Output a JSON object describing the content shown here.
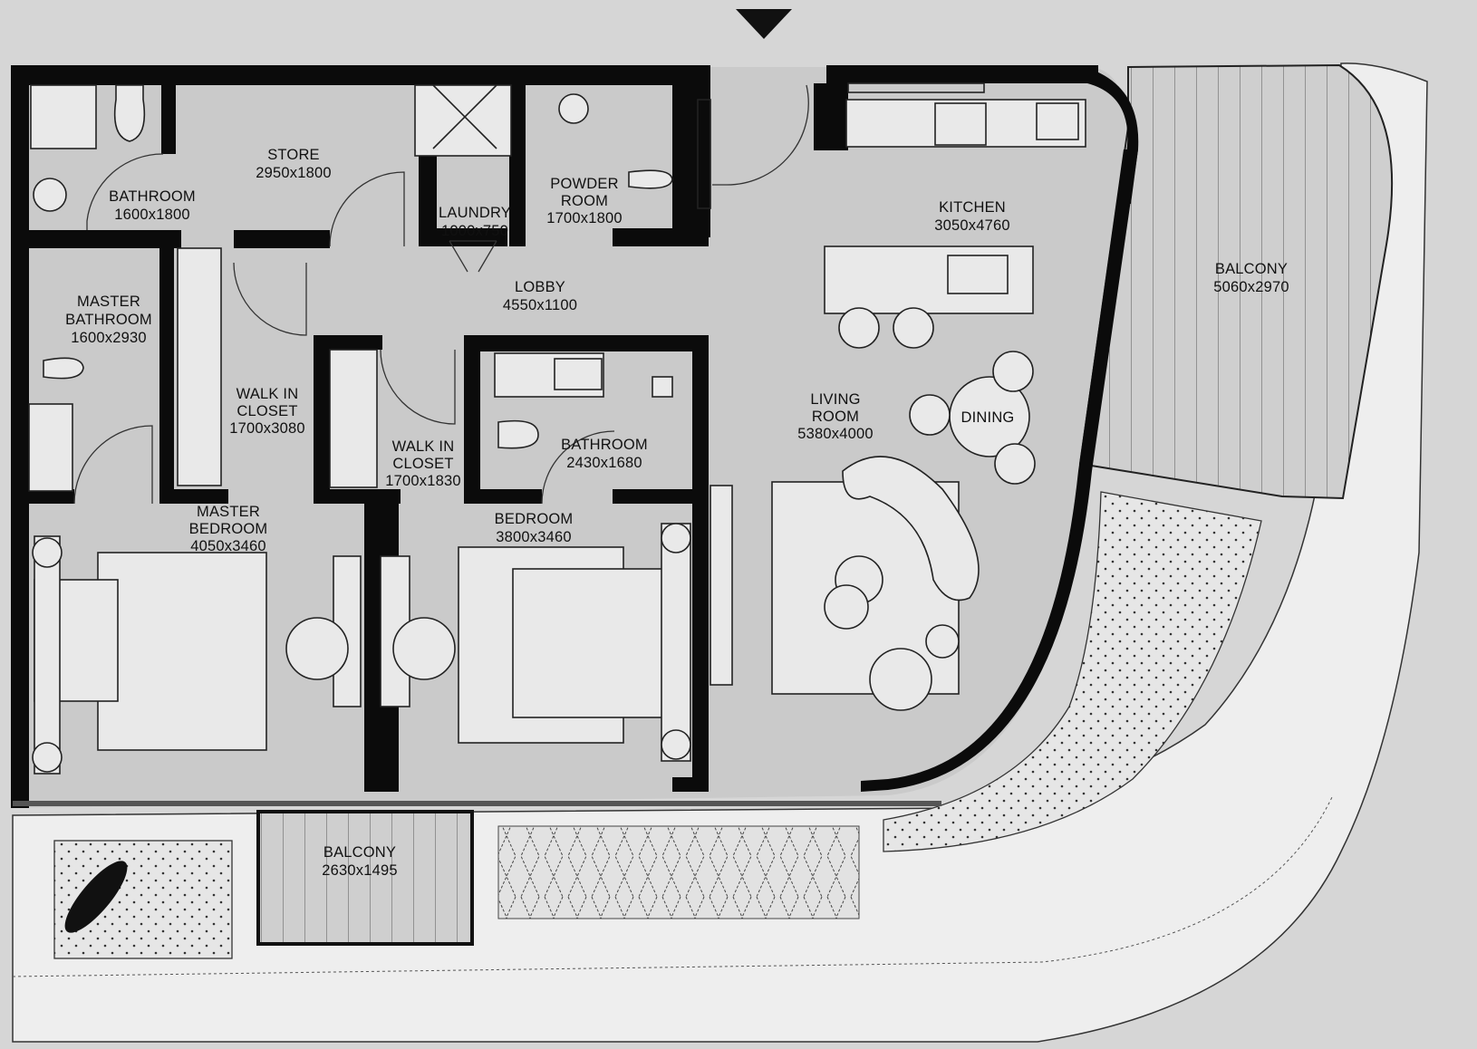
{
  "rooms": {
    "bathroom_1": {
      "name": "BATHROOM",
      "size": "1600x1800"
    },
    "store": {
      "name": "STORE",
      "size": "2950x1800"
    },
    "laundry": {
      "name": "LAUNDRY",
      "size": "1000x750"
    },
    "powder_room": {
      "name_line1": "POWDER",
      "name_line2": "ROOM",
      "size": "1700x1800"
    },
    "kitchen": {
      "name": "KITCHEN",
      "size": "3050x4760"
    },
    "balcony_large": {
      "name": "BALCONY",
      "size": "5060x2970"
    },
    "master_bathroom": {
      "name_line1": "MASTER",
      "name_line2": "BATHROOM",
      "size": "1600x2930"
    },
    "lobby": {
      "name": "LOBBY",
      "size": "4550x1100"
    },
    "walk_in_closet_1": {
      "name_line1": "WALK IN",
      "name_line2": "CLOSET",
      "size": "1700x3080"
    },
    "walk_in_closet_2": {
      "name_line1": "WALK IN",
      "name_line2": "CLOSET",
      "size": "1700x1830"
    },
    "bathroom_2": {
      "name": "BATHROOM",
      "size": "2430x1680"
    },
    "living_room": {
      "name_line1": "LIVING",
      "name_line2": "ROOM",
      "size": "5380x4000"
    },
    "dining": {
      "name": "DINING"
    },
    "master_bedroom": {
      "name_line1": "MASTER",
      "name_line2": "BEDROOM",
      "size": "4050x3460"
    },
    "bedroom": {
      "name": "BEDROOM",
      "size": "3800x3460"
    },
    "balcony_small": {
      "name": "BALCONY",
      "size": "2630x1495"
    }
  },
  "colors": {
    "background": "#d6d6d6",
    "floor": "#cacaca",
    "wall": "#0b0b0b",
    "terrace": "#e9e9e9"
  },
  "icons": {
    "entry_marker": "triangle-down-icon"
  }
}
